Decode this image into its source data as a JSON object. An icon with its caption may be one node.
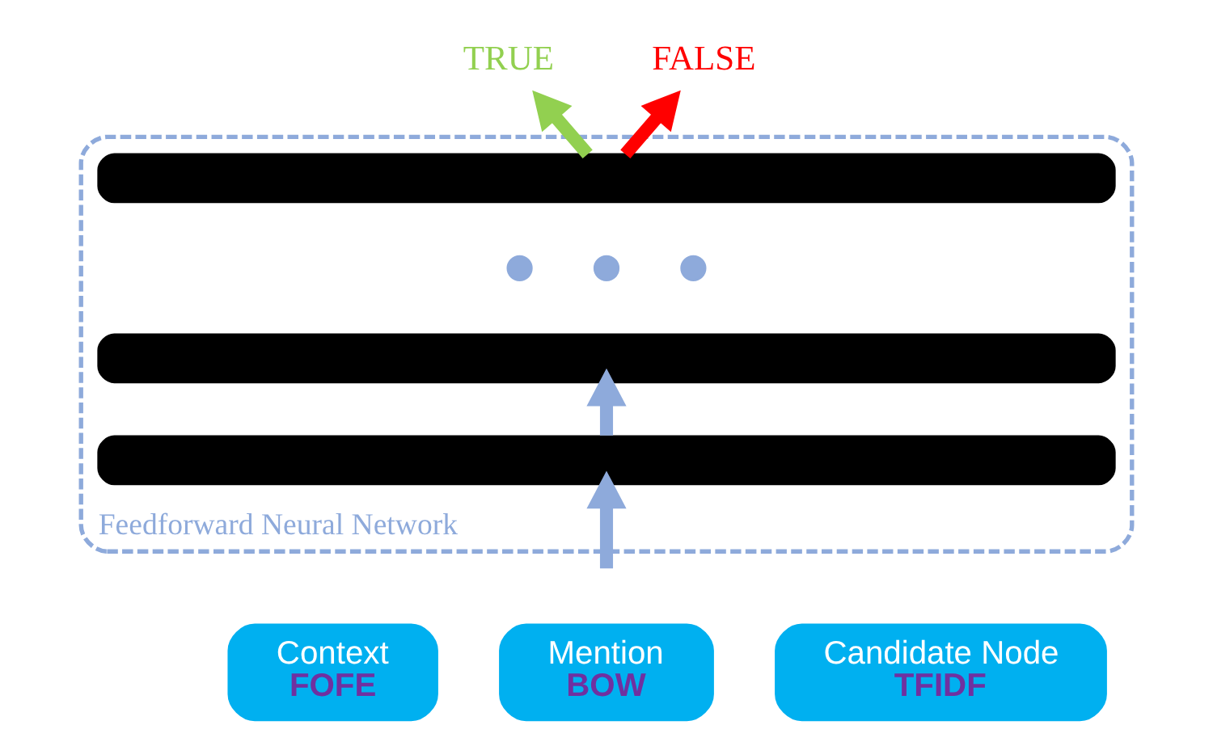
{
  "diagram": {
    "nodes": [
      {
        "text": [
          "TRUE"
        ]
      },
      {
        "text": [
          "FALSE"
        ]
      },
      {
        "text": [
          "Feedforward Neural Network"
        ]
      },
      {
        "text": [],
        "shape": "bar",
        "in": 2
      },
      {
        "text": [],
        "shape": "circle",
        "in": 2
      },
      {
        "text": [],
        "shape": "circle",
        "in": 2
      },
      {
        "text": [],
        "shape": "circle",
        "in": 2
      },
      {
        "text": [],
        "shape": "bar",
        "in": 2
      },
      {
        "text": [],
        "shape": "bar",
        "in": 2
      },
      {
        "text": [
          "Context",
          "FOFE"
        ]
      },
      {
        "text": [
          "Mention",
          "BOW"
        ]
      },
      {
        "text": [
          "Candidate Node",
          "TFIDF"
        ]
      }
    ],
    "edges": [
      {
        "from": null,
        "to": 8,
        "arrow": "to"
      },
      {
        "from": 8,
        "to": 7,
        "arrow": "to"
      },
      {
        "from": 3,
        "to": 0,
        "arrow": "to",
        "color": "#92d050"
      },
      {
        "from": 3,
        "to": 1,
        "arrow": "to",
        "color": "#ff0000"
      }
    ]
  }
}
